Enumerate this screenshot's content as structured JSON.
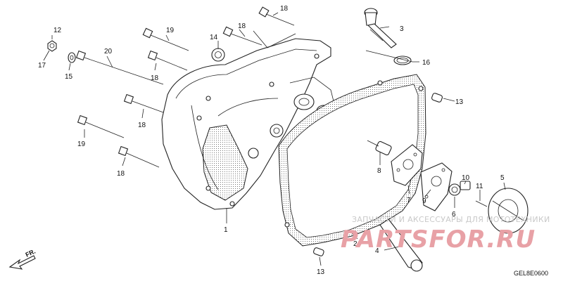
{
  "callouts": [
    {
      "id": "c18a",
      "text": "18"
    },
    {
      "id": "c3",
      "text": "3"
    },
    {
      "id": "c12",
      "text": "12"
    },
    {
      "id": "c19a",
      "text": "19"
    },
    {
      "id": "c18b",
      "text": "18"
    },
    {
      "id": "c14",
      "text": "14"
    },
    {
      "id": "c20",
      "text": "20"
    },
    {
      "id": "c17",
      "text": "17"
    },
    {
      "id": "c15",
      "text": "15"
    },
    {
      "id": "c18c",
      "text": "18"
    },
    {
      "id": "c16",
      "text": "16"
    },
    {
      "id": "c13a",
      "text": "13"
    },
    {
      "id": "c18d",
      "text": "18"
    },
    {
      "id": "c19b",
      "text": "19"
    },
    {
      "id": "c18e",
      "text": "18"
    },
    {
      "id": "c8",
      "text": "8"
    },
    {
      "id": "c5",
      "text": "5"
    },
    {
      "id": "c10",
      "text": "10"
    },
    {
      "id": "c7",
      "text": "7"
    },
    {
      "id": "c11",
      "text": "11"
    },
    {
      "id": "c9",
      "text": "9"
    },
    {
      "id": "c6",
      "text": "6"
    },
    {
      "id": "c1",
      "text": "1"
    },
    {
      "id": "c2",
      "text": "2"
    },
    {
      "id": "c4",
      "text": "4"
    },
    {
      "id": "c13b",
      "text": "13"
    }
  ],
  "direction_label": "FR.",
  "diagram_code": "GEL8E0600",
  "watermark": {
    "caption": "ЗАПЧАСТИ И АКСЕССУАРЫ ДЛЯ МОТОТЕХНИКИ",
    "brand": "PARTSFOR.RU"
  }
}
